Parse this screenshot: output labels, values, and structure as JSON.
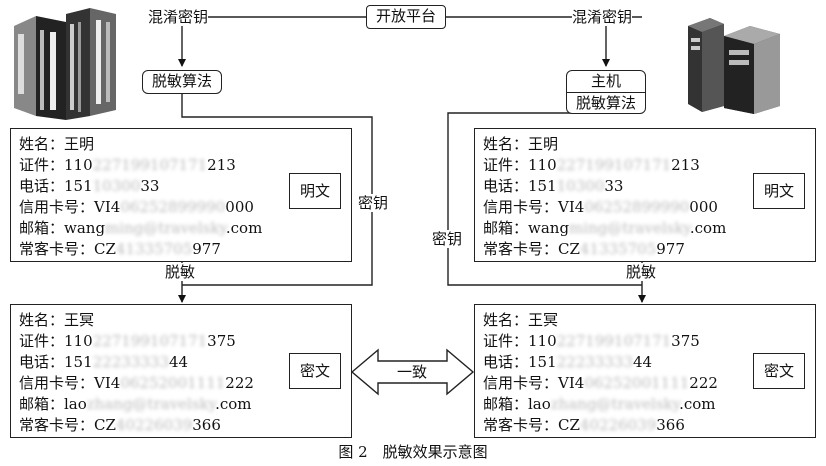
{
  "top": {
    "platform_label": "开放平台",
    "left_obfuscate_label": "混淆密钥",
    "right_obfuscate_label": "混淆密钥",
    "left_algo_label": "脱敏算法",
    "right_host_label": "主机",
    "right_algo_label": "脱敏算法"
  },
  "records": {
    "left_plain": {
      "tag": "明文",
      "rows": [
        {
          "prefix": "姓名：王明",
          "masked": "",
          "suffix": ""
        },
        {
          "prefix": "证件：110",
          "masked": "227199107171",
          "suffix": "213"
        },
        {
          "prefix": "电话：151",
          "masked": "10300",
          "suffix": "33"
        },
        {
          "prefix": "信用卡号：VI4",
          "masked": "06252899990",
          "suffix": "000"
        },
        {
          "prefix": "邮箱：wang",
          "masked": "ming@travelsky",
          "suffix": ".com"
        },
        {
          "prefix": "常客卡号：CZ",
          "masked": "41335705",
          "suffix": "977"
        }
      ]
    },
    "right_plain": {
      "tag": "明文",
      "rows": [
        {
          "prefix": "姓名：王明",
          "masked": "",
          "suffix": ""
        },
        {
          "prefix": "证件：110",
          "masked": "227199107171",
          "suffix": "213"
        },
        {
          "prefix": "电话：151",
          "masked": "10300",
          "suffix": "33"
        },
        {
          "prefix": "信用卡号：VI4",
          "masked": "06252899990",
          "suffix": "000"
        },
        {
          "prefix": "邮箱：wang",
          "masked": "ming@travelsky",
          "suffix": ".com"
        },
        {
          "prefix": "常客卡号：CZ",
          "masked": "41335705",
          "suffix": "977"
        }
      ]
    },
    "left_cipher": {
      "tag": "密文",
      "rows": [
        {
          "prefix": "姓名：王冥",
          "masked": "",
          "suffix": ""
        },
        {
          "prefix": "证件：110",
          "masked": "227199107171",
          "suffix": "375"
        },
        {
          "prefix": "电话：151",
          "masked": "22233333",
          "suffix": "44"
        },
        {
          "prefix": "信用卡号：VI4",
          "masked": "06252001111",
          "suffix": "222"
        },
        {
          "prefix": "邮箱：lao",
          "masked": "zhang@travelsky",
          "suffix": ".com"
        },
        {
          "prefix": "常客卡号：CZ",
          "masked": "40226039",
          "suffix": "366"
        }
      ]
    },
    "right_cipher": {
      "tag": "密文",
      "rows": [
        {
          "prefix": "姓名：王冥",
          "masked": "",
          "suffix": ""
        },
        {
          "prefix": "证件：110",
          "masked": "227199107171",
          "suffix": "375"
        },
        {
          "prefix": "电话：151",
          "masked": "22233333",
          "suffix": "44"
        },
        {
          "prefix": "信用卡号：VI4",
          "masked": "06252001111",
          "suffix": "222"
        },
        {
          "prefix": "邮箱：lao",
          "masked": "zhang@travelsky",
          "suffix": ".com"
        },
        {
          "prefix": "常客卡号：CZ",
          "masked": "40226039",
          "suffix": "366"
        }
      ]
    }
  },
  "flow": {
    "left_key_label": "密钥",
    "right_key_label": "密钥",
    "left_desens_label": "脱敏",
    "right_desens_label": "脱敏",
    "consistent_label": "一致"
  },
  "caption": "图 2　脱敏效果示意图",
  "icons": {
    "left": "mainframe-server-icon",
    "right": "tower-servers-icon"
  }
}
